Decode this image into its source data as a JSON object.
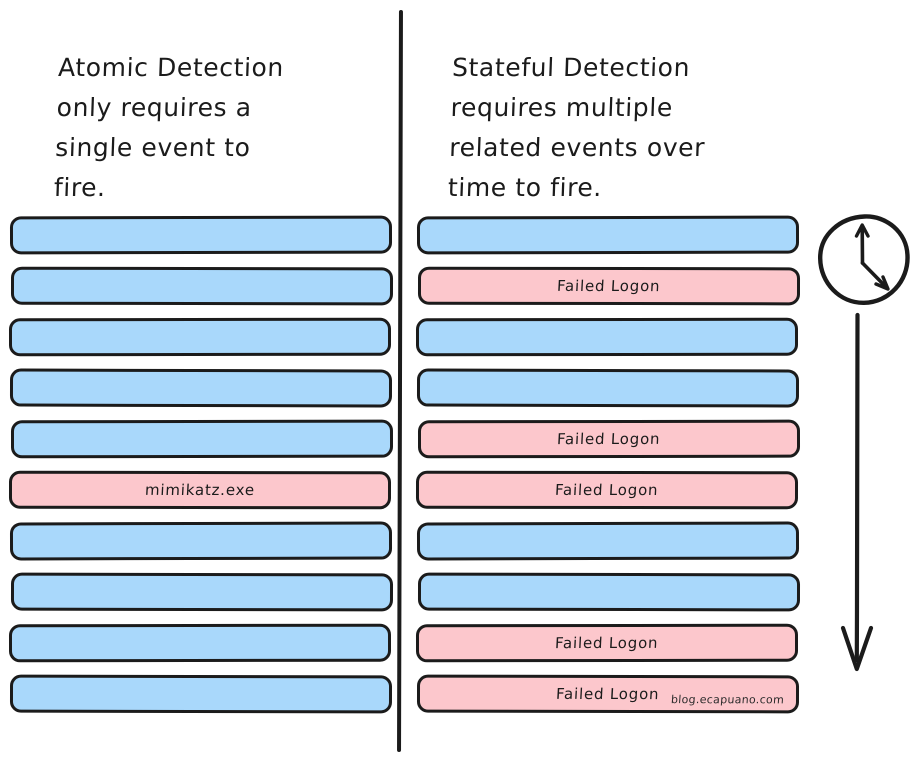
{
  "background_color": "#ffffff",
  "ink_color": "#1b1b1b",
  "palette": {
    "blue_event": "#a9d8fb",
    "pink_event": "#fcc7cc",
    "outline": "#1b1b1b"
  },
  "left_panel": {
    "heading": "Atomic Detection\nonly requires a\nsingle event to\nfire.",
    "events": [
      {
        "type": "blue",
        "label": ""
      },
      {
        "type": "blue",
        "label": ""
      },
      {
        "type": "blue",
        "label": ""
      },
      {
        "type": "blue",
        "label": ""
      },
      {
        "type": "blue",
        "label": ""
      },
      {
        "type": "pink",
        "label": "mimikatz.exe"
      },
      {
        "type": "blue",
        "label": ""
      },
      {
        "type": "blue",
        "label": ""
      },
      {
        "type": "blue",
        "label": ""
      },
      {
        "type": "blue",
        "label": ""
      }
    ]
  },
  "right_panel": {
    "heading": "Stateful Detection\nrequires multiple\nrelated events over\ntime to fire.",
    "events": [
      {
        "type": "blue",
        "label": ""
      },
      {
        "type": "pink",
        "label": "Failed Logon"
      },
      {
        "type": "blue",
        "label": ""
      },
      {
        "type": "blue",
        "label": ""
      },
      {
        "type": "pink",
        "label": "Failed Logon"
      },
      {
        "type": "pink",
        "label": "Failed Logon"
      },
      {
        "type": "blue",
        "label": ""
      },
      {
        "type": "blue",
        "label": ""
      },
      {
        "type": "pink",
        "label": "Failed Logon"
      },
      {
        "type": "pink",
        "label": "Failed Logon"
      }
    ]
  },
  "time_indicator": {
    "icon": "clock-icon",
    "arrow_icon": "down-arrow-icon",
    "meaning": "time passing downward"
  },
  "watermark": {
    "text": "blog.ecapuano.com"
  }
}
